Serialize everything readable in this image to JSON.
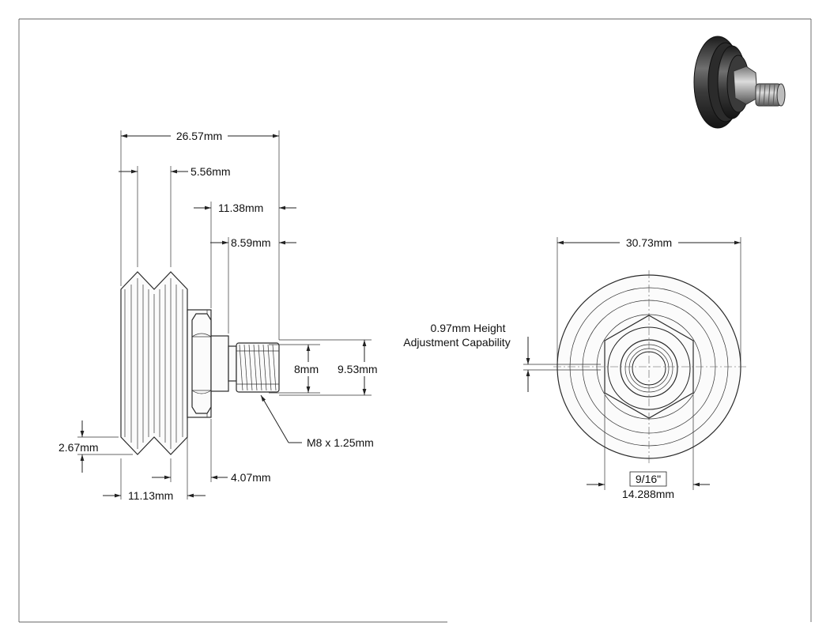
{
  "side_view": {
    "dims": {
      "overall_width": "26.57mm",
      "groove_pitch": "5.56mm",
      "hub_to_tip": "11.38mm",
      "stud_length": "8.59mm",
      "stud_dia": "8mm",
      "hex_flat": "9.53mm",
      "thread": "M8 x 1.25mm",
      "chamfer": "2.67mm",
      "wheel_width": "11.13mm",
      "hex_thickness": "4.07mm"
    }
  },
  "front_view": {
    "dims": {
      "outer_dia": "30.73mm",
      "eccentric_line1": "0.97mm Height",
      "eccentric_line2": "Adjustment Capability",
      "wrench_inch": "9/16\"",
      "wrench_mm": "14.288mm"
    }
  },
  "colors": {
    "line": "#222222",
    "render_dark": "#2b2b2b",
    "render_mid": "#6a6a6a",
    "render_light": "#a8a8a8"
  }
}
